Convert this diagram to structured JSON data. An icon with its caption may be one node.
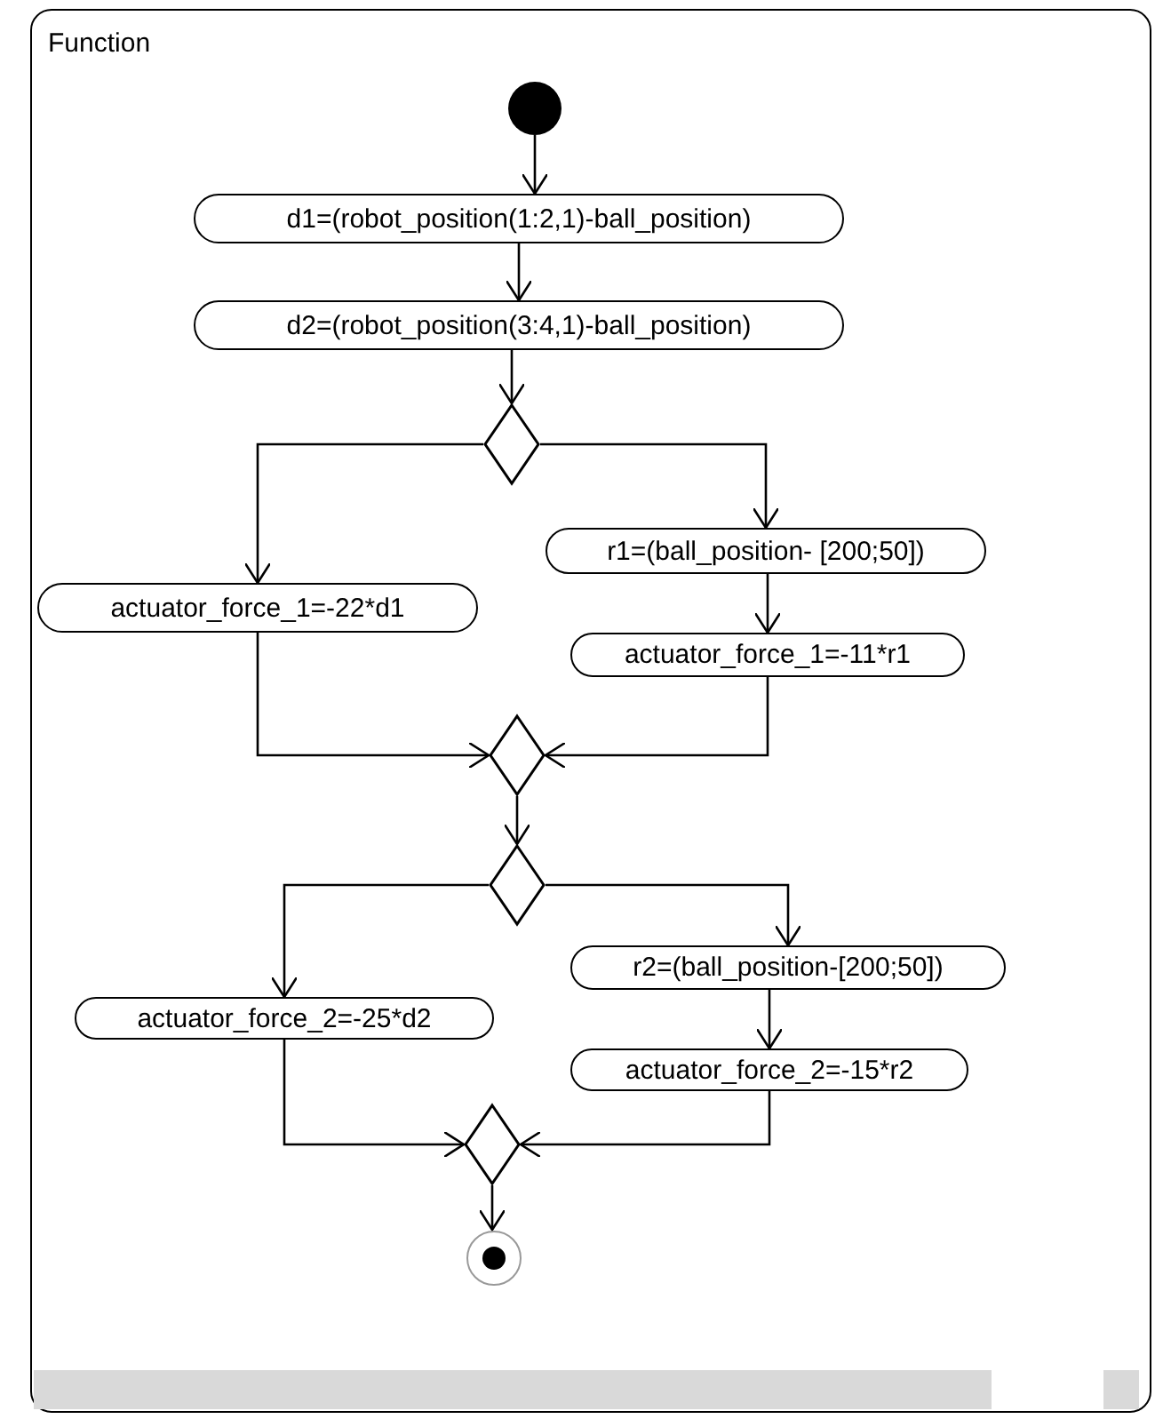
{
  "diagram": {
    "nodes": [
      {
        "text": [
          "Function"
        ]
      },
      {
        "text": [],
        "shape": "circle",
        "in": 0
      },
      {
        "text": [
          "d1=(robot_position(1:2,1)-ball_position)"
        ],
        "in": 0
      },
      {
        "text": [
          "d2=(robot_position(3:4,1)-ball_position)"
        ],
        "in": 0
      },
      {
        "text": [],
        "shape": "diamond",
        "in": 0
      },
      {
        "text": [
          "actuator_force_1=-22*d1"
        ],
        "in": 0
      },
      {
        "text": [
          "r1=(ball_position- [200;50])"
        ],
        "in": 0
      },
      {
        "text": [
          "actuator_force_1=-11*r1"
        ],
        "in": 0
      },
      {
        "text": [],
        "shape": "diamond",
        "in": 0
      },
      {
        "text": [],
        "shape": "diamond",
        "in": 0
      },
      {
        "text": [
          "actuator_force_2=-25*d2"
        ],
        "in": 0
      },
      {
        "text": [
          "r2=(ball_position-[200;50])"
        ],
        "in": 0
      },
      {
        "text": [
          "actuator_force_2=-15*r2"
        ],
        "in": 0
      },
      {
        "text": [],
        "shape": "diamond",
        "in": 0
      },
      {
        "text": [],
        "shape": "circle",
        "in": 0
      }
    ],
    "edges": [
      {
        "from": 1,
        "to": 2,
        "arrow": "to"
      },
      {
        "from": 2,
        "to": 3,
        "arrow": "to"
      },
      {
        "from": 3,
        "to": 4,
        "arrow": "to"
      },
      {
        "from": 4,
        "to": 5,
        "arrow": "to"
      },
      {
        "from": 4,
        "to": 6,
        "arrow": "to"
      },
      {
        "from": 6,
        "to": 7,
        "arrow": "to"
      },
      {
        "from": 5,
        "to": 8,
        "arrow": "to"
      },
      {
        "from": 7,
        "to": 8,
        "arrow": "to"
      },
      {
        "from": 8,
        "to": 9,
        "arrow": "to"
      },
      {
        "from": 9,
        "to": 10,
        "arrow": "to"
      },
      {
        "from": 9,
        "to": 11,
        "arrow": "to"
      },
      {
        "from": 11,
        "to": 12,
        "arrow": "to"
      },
      {
        "from": 10,
        "to": 13,
        "arrow": "to"
      },
      {
        "from": 12,
        "to": 13,
        "arrow": "to"
      },
      {
        "from": 13,
        "to": 14,
        "arrow": "to"
      }
    ]
  }
}
